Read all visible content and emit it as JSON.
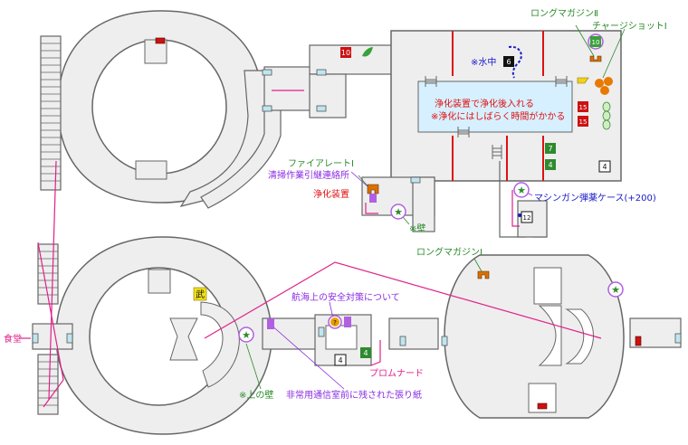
{
  "colors": {
    "background": "#ffffff",
    "floor": "#eeeeee",
    "wall": "#666666",
    "water": "#d6f0ff",
    "door": "#bfe6f0",
    "route": "#e0218a",
    "red_text": "#e01010",
    "green_text": "#2a8a2a",
    "purple_text": "#8a2be2",
    "blue_text": "#1a1ac8",
    "ammo_red": "#cc1111",
    "ammo_green": "#2e8b2e",
    "item_orange": "#d97000",
    "item_yellow": "#f2d21b",
    "note_purple": "#b060e0"
  },
  "labels": {
    "long_magazine_2": "ロングマガジンⅡ",
    "charge_shot_1": "チャージショットⅠ",
    "underwater": "※水中",
    "purify_note_1": "浄化装置で浄化後入れる",
    "purify_note_2": "※浄化にはしばらく時間がかかる",
    "fire_rate_1": "ファイアレートⅠ",
    "cleaning_route": "清掃作業引継連絡所",
    "purifier": "浄化装置",
    "wall_note": "※壁",
    "mg_ammo_case": "マシンガン弾薬ケース(+200)",
    "long_magazine_1": "ロングマガジンⅠ",
    "weapon_mark": "武",
    "safety_doc": "航海上の安全対策について",
    "cafeteria": "食堂",
    "upper_wall": "※上の壁",
    "emergency_doc": "非常用通信室前に残された張り紙",
    "promenade": "プロムナード"
  },
  "markers": {
    "n10_red": "10",
    "n6": "6",
    "n10_green": "10",
    "n15_a": "15",
    "n15_b": "15",
    "n7": "7",
    "n4_green": "4",
    "n4_box": "4",
    "n12": "12",
    "n4_mid_box": "4",
    "n4_mid_green": "4",
    "question": "?"
  }
}
